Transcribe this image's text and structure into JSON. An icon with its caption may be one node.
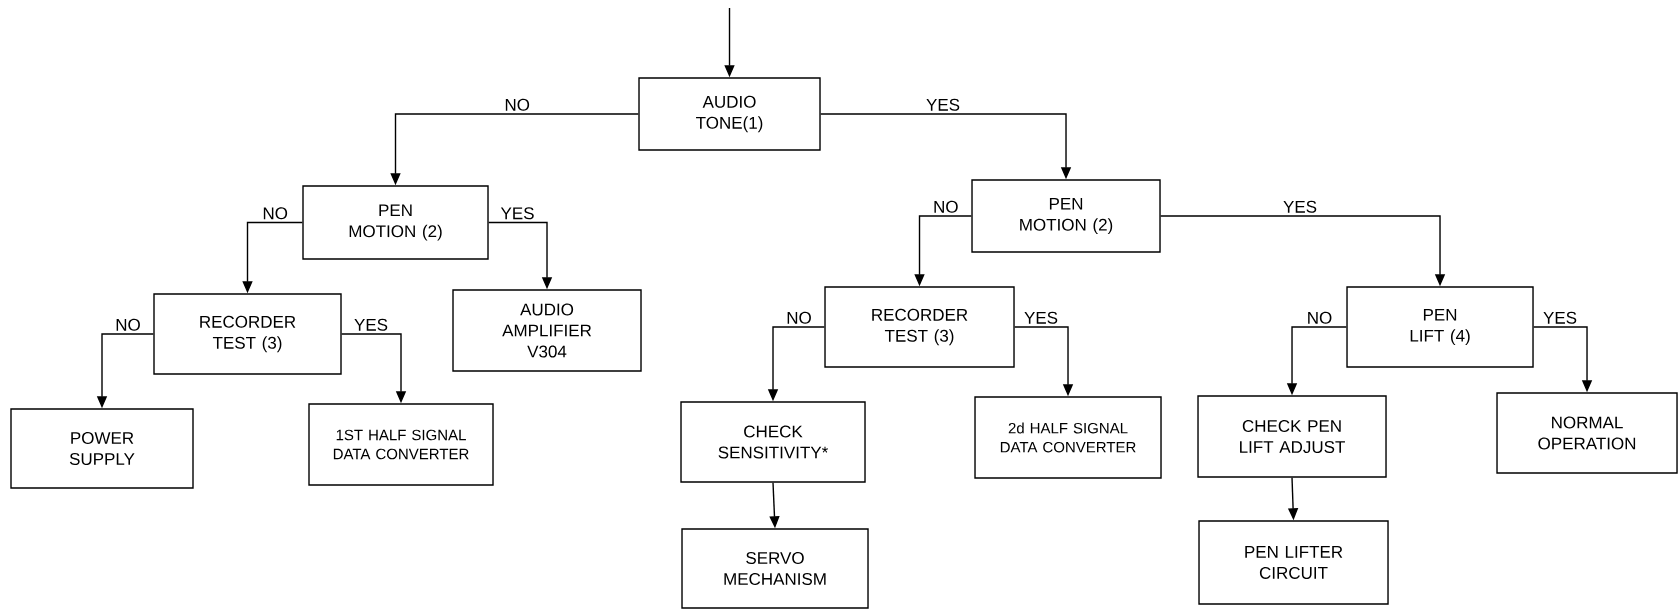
{
  "diagram": {
    "nodes": [
      {
        "text": [
          "AUDIO TONE(1)"
        ]
      },
      {
        "text": [
          "PEN MOTION (2)"
        ]
      },
      {
        "text": [
          "PEN MOTION (2)"
        ]
      },
      {
        "text": [
          "RECORDER TEST (3)"
        ]
      },
      {
        "text": [
          "AUDIO AMPLIFIER V304"
        ]
      },
      {
        "text": [
          "RECORDER TEST (3)"
        ]
      },
      {
        "text": [
          "PEN LIFT (4)"
        ]
      },
      {
        "text": [
          "POWER SUPPLY"
        ]
      },
      {
        "text": [
          "1ST HALF SIGNAL DATA CONVERTER"
        ]
      },
      {
        "text": [
          "CHECK SENSITIVITY*"
        ]
      },
      {
        "text": [
          "2d HALF SIGNAL DATA CONVERTER"
        ]
      },
      {
        "text": [
          "CHECK PEN LIFT ADJUST"
        ]
      },
      {
        "text": [
          "NORMAL OPERATION"
        ]
      },
      {
        "text": [
          "SERVO MECHANISM"
        ]
      },
      {
        "text": [
          "PEN LIFTER CIRCUIT"
        ]
      }
    ],
    "edges": [
      {
        "from": null,
        "to": 0,
        "arrow": "to"
      },
      {
        "from": 0,
        "to": 1,
        "arrow": "to",
        "label": "NO"
      },
      {
        "from": 0,
        "to": 2,
        "arrow": "to",
        "label": "YES"
      },
      {
        "from": 1,
        "to": 3,
        "arrow": "to",
        "label": "NO"
      },
      {
        "from": 1,
        "to": 4,
        "arrow": "to",
        "label": "YES"
      },
      {
        "from": 2,
        "to": 5,
        "arrow": "to",
        "label": "NO"
      },
      {
        "from": 2,
        "to": 6,
        "arrow": "to",
        "label": "YES"
      },
      {
        "from": 3,
        "to": 7,
        "arrow": "to",
        "label": "NO"
      },
      {
        "from": 3,
        "to": 8,
        "arrow": "to",
        "label": "YES"
      },
      {
        "from": 5,
        "to": 9,
        "arrow": "to",
        "label": "NO"
      },
      {
        "from": 5,
        "to": 10,
        "arrow": "to",
        "label": "YES"
      },
      {
        "from": 6,
        "to": 11,
        "arrow": "to",
        "label": "NO"
      },
      {
        "from": 6,
        "to": 12,
        "arrow": "to",
        "label": "YES"
      },
      {
        "from": 9,
        "to": 13,
        "arrow": "to"
      },
      {
        "from": 11,
        "to": 14,
        "arrow": "to"
      }
    ]
  }
}
